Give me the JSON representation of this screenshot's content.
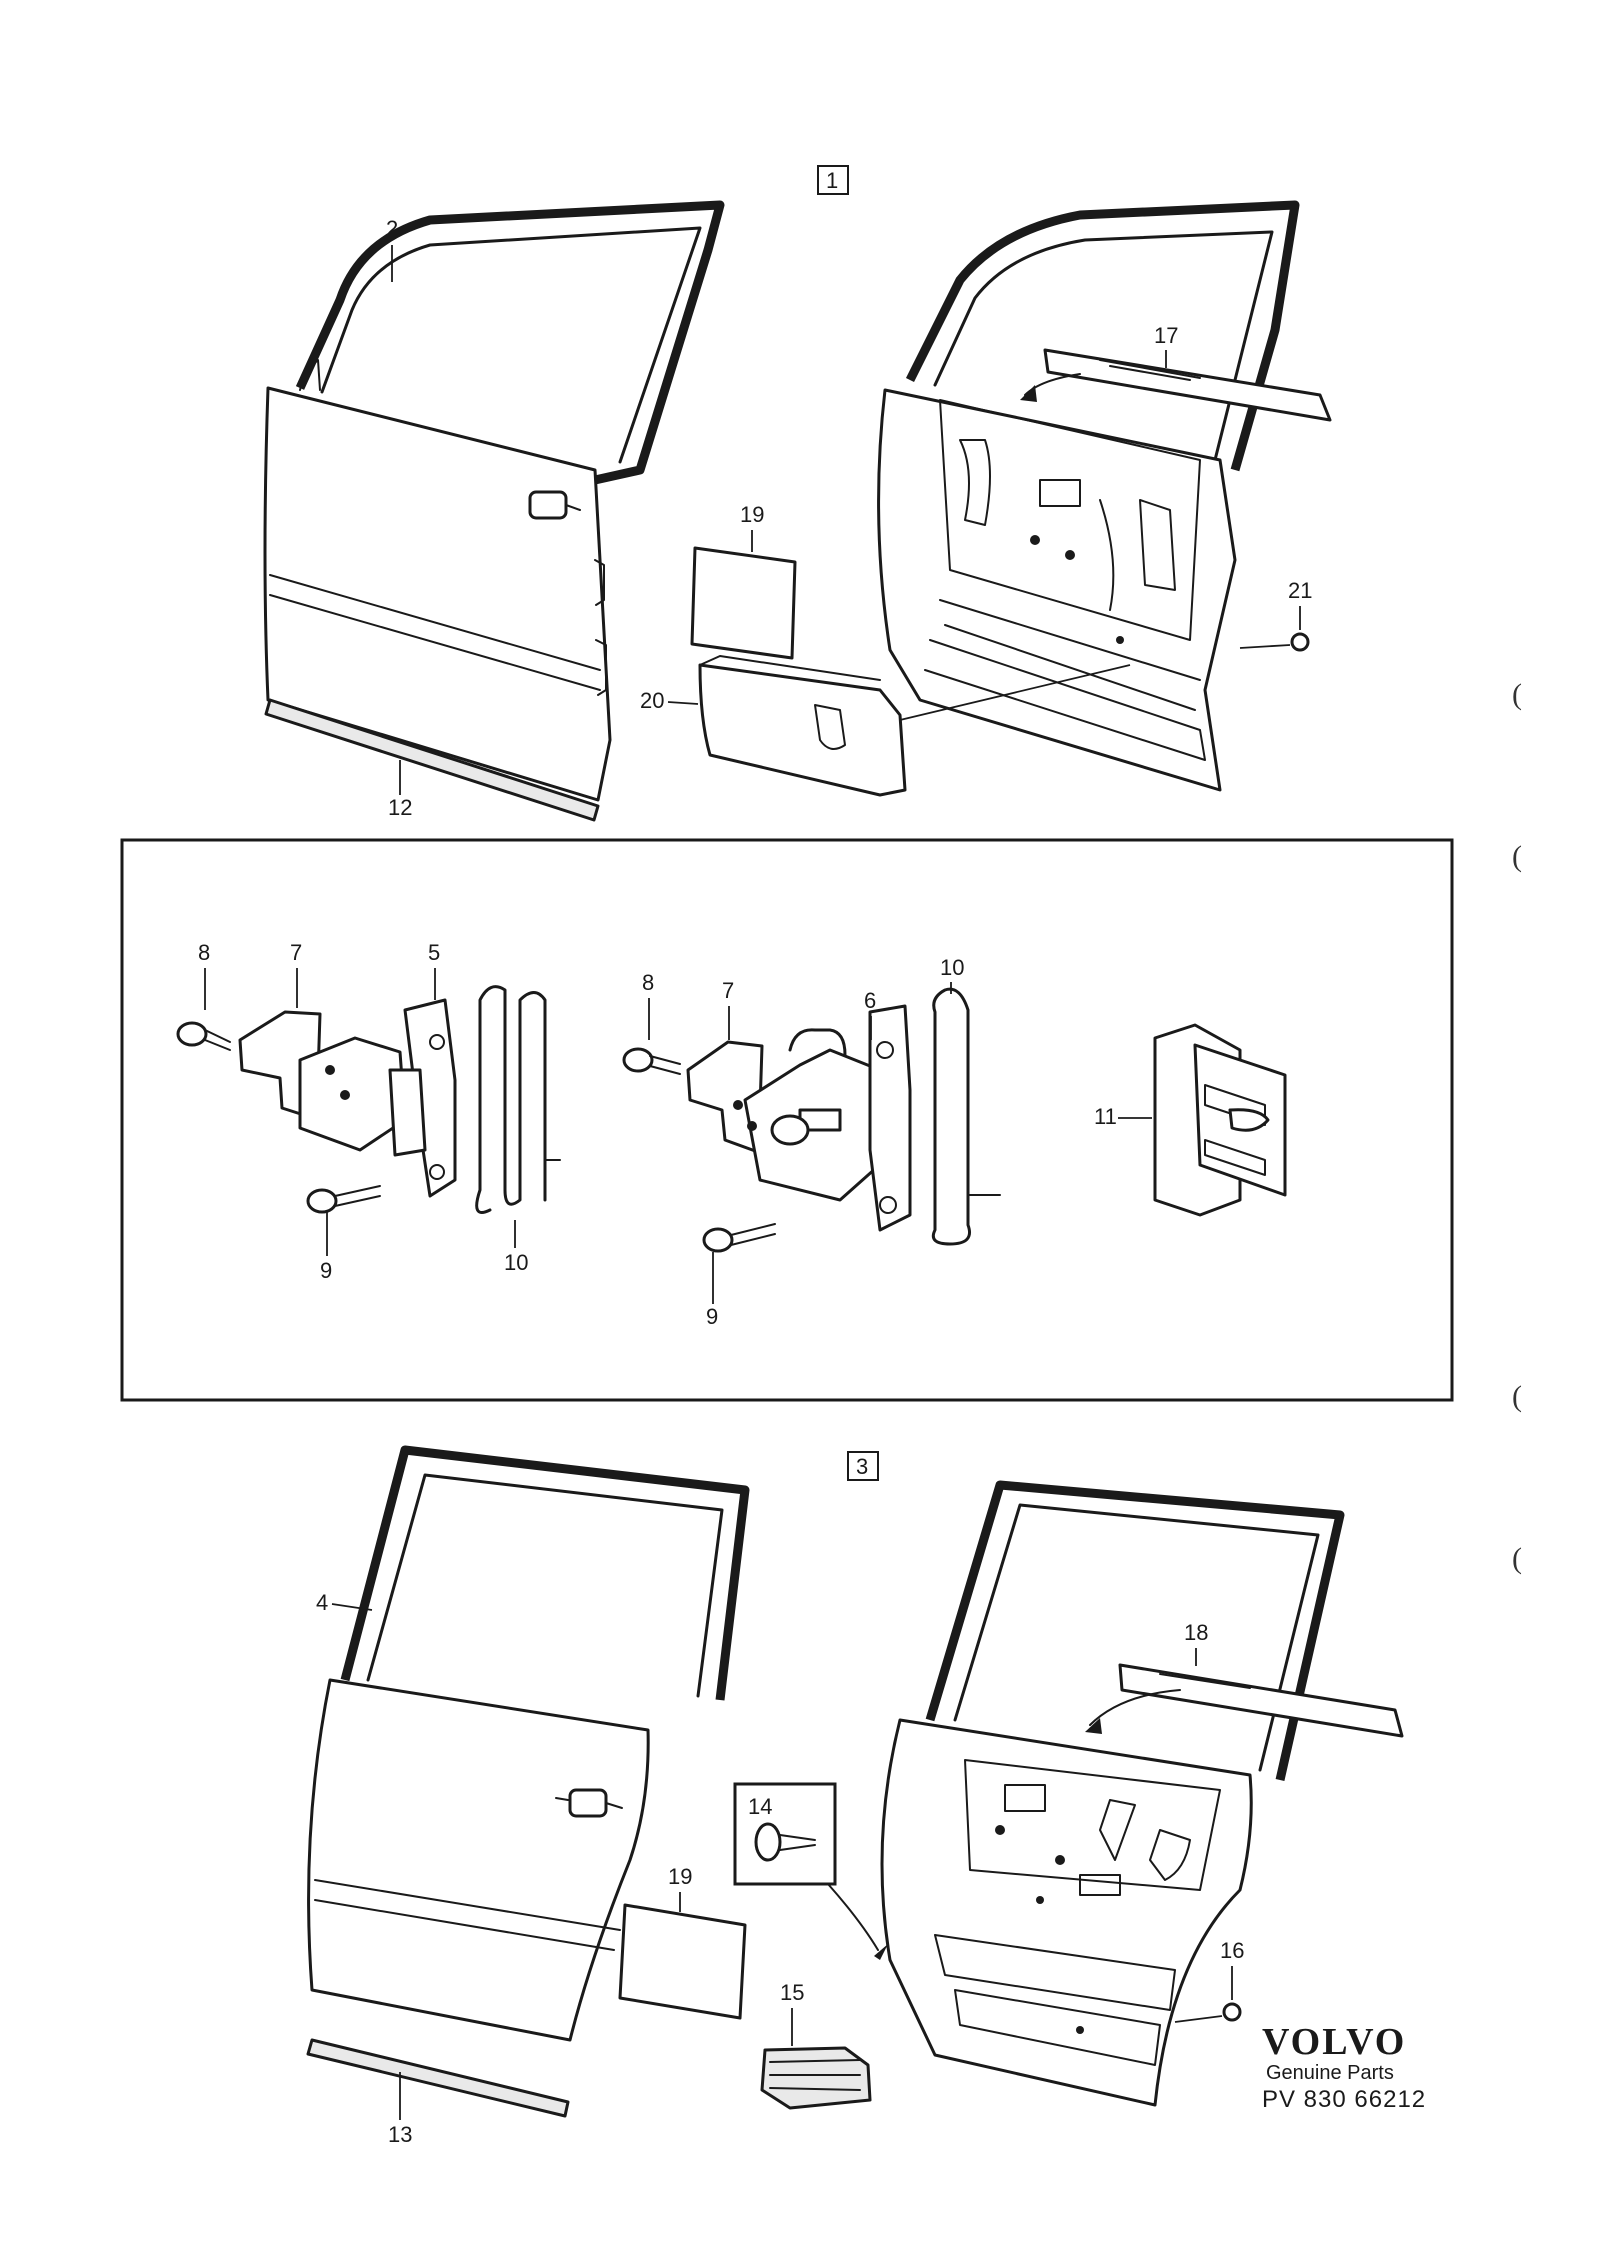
{
  "sections": [
    {
      "id": "section-1",
      "label": "1"
    },
    {
      "id": "section-3",
      "label": "3"
    }
  ],
  "parts": {
    "p2": "2",
    "p17": "17",
    "p19a": "19",
    "p21": "21",
    "p20": "20",
    "p12": "12",
    "p8a": "8",
    "p7a": "7",
    "p5": "5",
    "p10a": "10",
    "p9a": "9",
    "p8b": "8",
    "p7b": "7",
    "p6": "6",
    "p10b": "10",
    "p9b": "9",
    "p11": "11",
    "p4": "4",
    "p18": "18",
    "p14": "14",
    "p19b": "19",
    "p16": "16",
    "p15": "15",
    "p13": "13"
  },
  "brand": {
    "name": "VOLVO",
    "subtitle": "Genuine Parts",
    "code": "PV 830  66212"
  },
  "margin_marks": [
    "(",
    "(",
    "(",
    "("
  ]
}
